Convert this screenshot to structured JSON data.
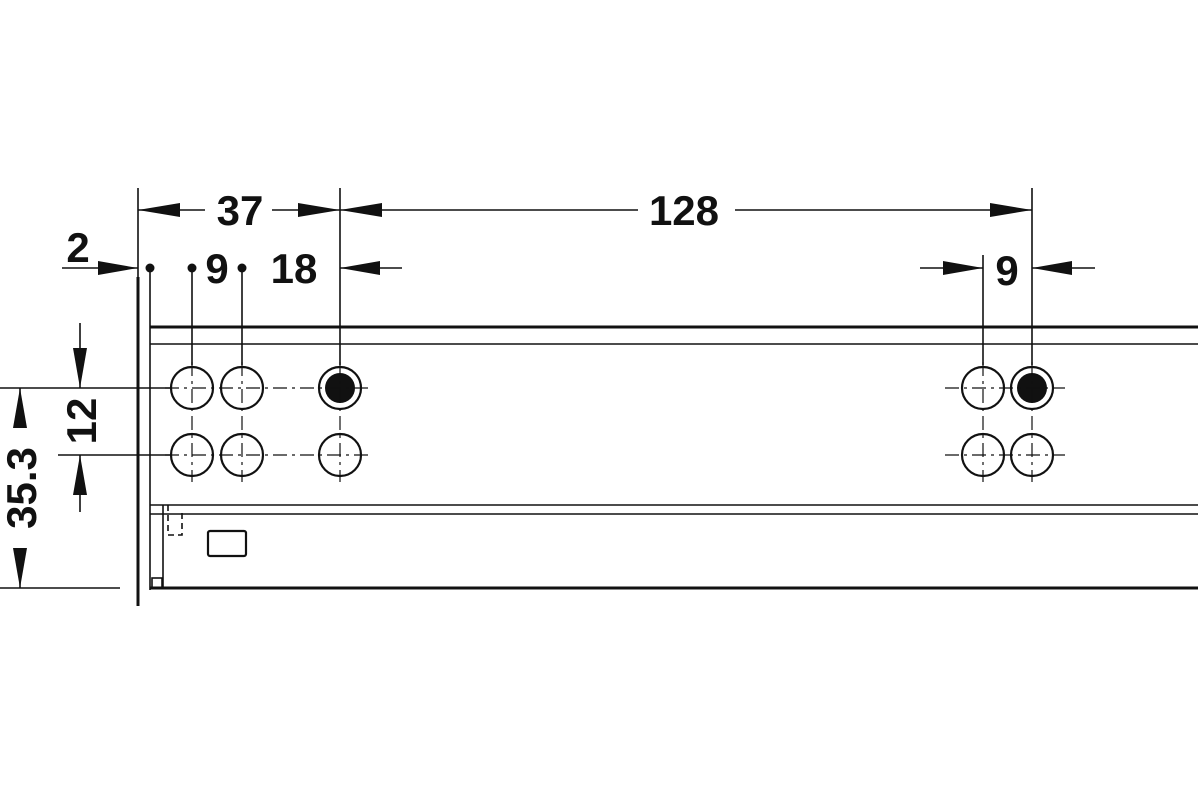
{
  "dimensions": {
    "d37": "37",
    "d128": "128",
    "d2": "2",
    "d9_left": "9",
    "d18": "18",
    "d9_right": "9",
    "d12": "12",
    "d35_3": "35.3"
  },
  "colors": {
    "line": "#111111",
    "background": "#ffffff"
  }
}
